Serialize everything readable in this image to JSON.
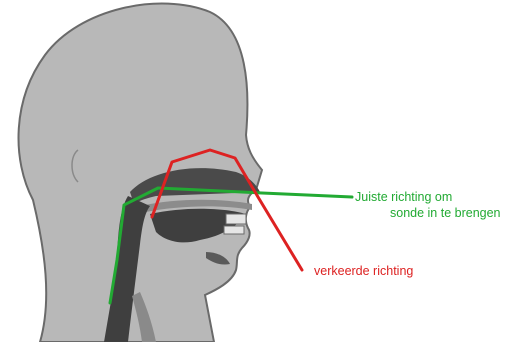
{
  "labels": {
    "correct_line1": "Juiste richting om",
    "correct_line2": "sonde in te brengen",
    "wrong": "verkeerde richting"
  },
  "colors": {
    "correct": "#22aa33",
    "wrong": "#dd2222",
    "skin": "#b8b8b8",
    "outline": "#6a6a6a",
    "cavity": "#4a4a4a",
    "background": "#ffffff"
  }
}
